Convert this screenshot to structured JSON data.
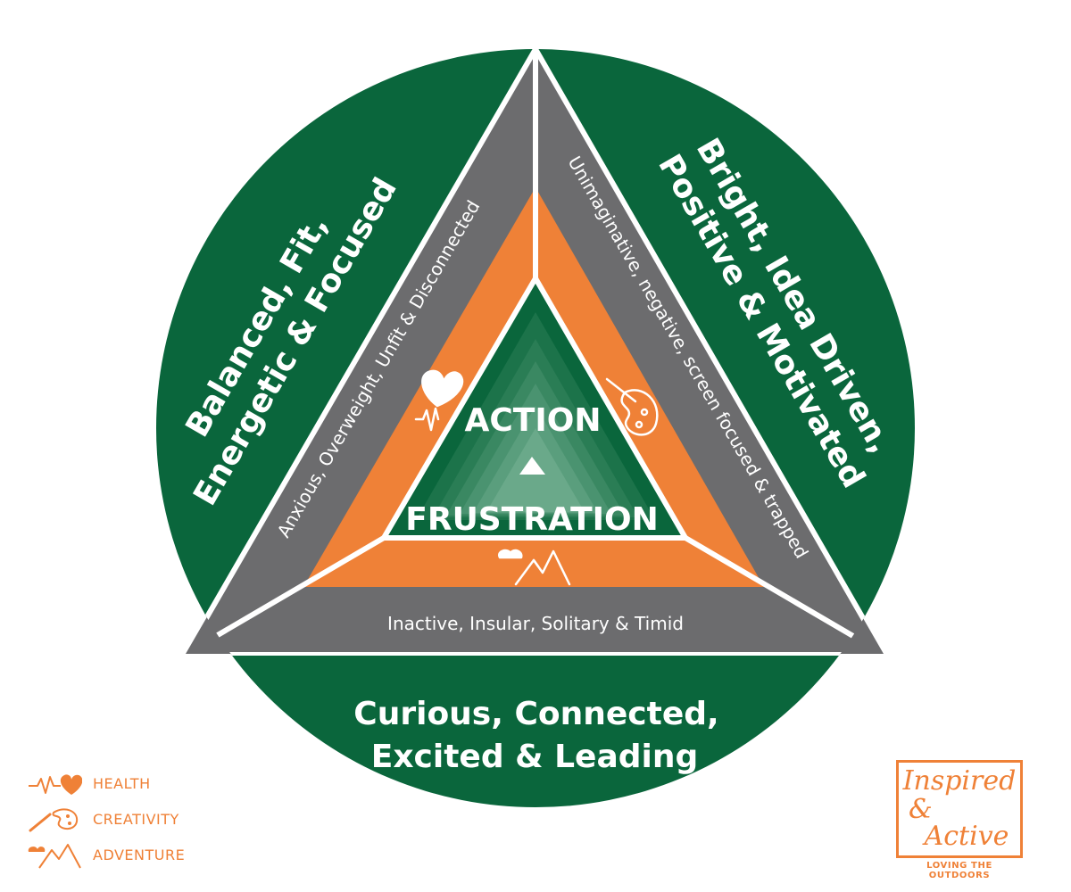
{
  "segments": {
    "left": [
      "Balanced, Fit,",
      "Energetic & Focused"
    ],
    "right": [
      "Bright, Idea Driven,",
      "Positive & Motivated"
    ],
    "bottom": [
      "Curious, Connected,",
      "Excited & Leading"
    ]
  },
  "bands": {
    "left": "Anxious, Overweight, Unfit & Disconnected",
    "right": "Unimaginative, negative, screen focused & trapped",
    "bottom": "Inactive, Insular, Solitary & Timid"
  },
  "core": {
    "top_label": "ACTION",
    "bottom_label": "FRUSTRATION"
  },
  "legend": [
    {
      "icon": "health-icon",
      "label": "HEALTH"
    },
    {
      "icon": "creativity-icon",
      "label": "CREATIVITY"
    },
    {
      "icon": "adventure-icon",
      "label": "ADVENTURE"
    }
  ],
  "logo": {
    "line1": "Inspired",
    "line2": "&",
    "line3": "Active",
    "tagline": "LOVING THE OUTDOORS"
  },
  "colors": {
    "green": "#0a663c",
    "gray": "#6c6c6e",
    "orange": "#ef8137",
    "white": "#ffffff"
  }
}
